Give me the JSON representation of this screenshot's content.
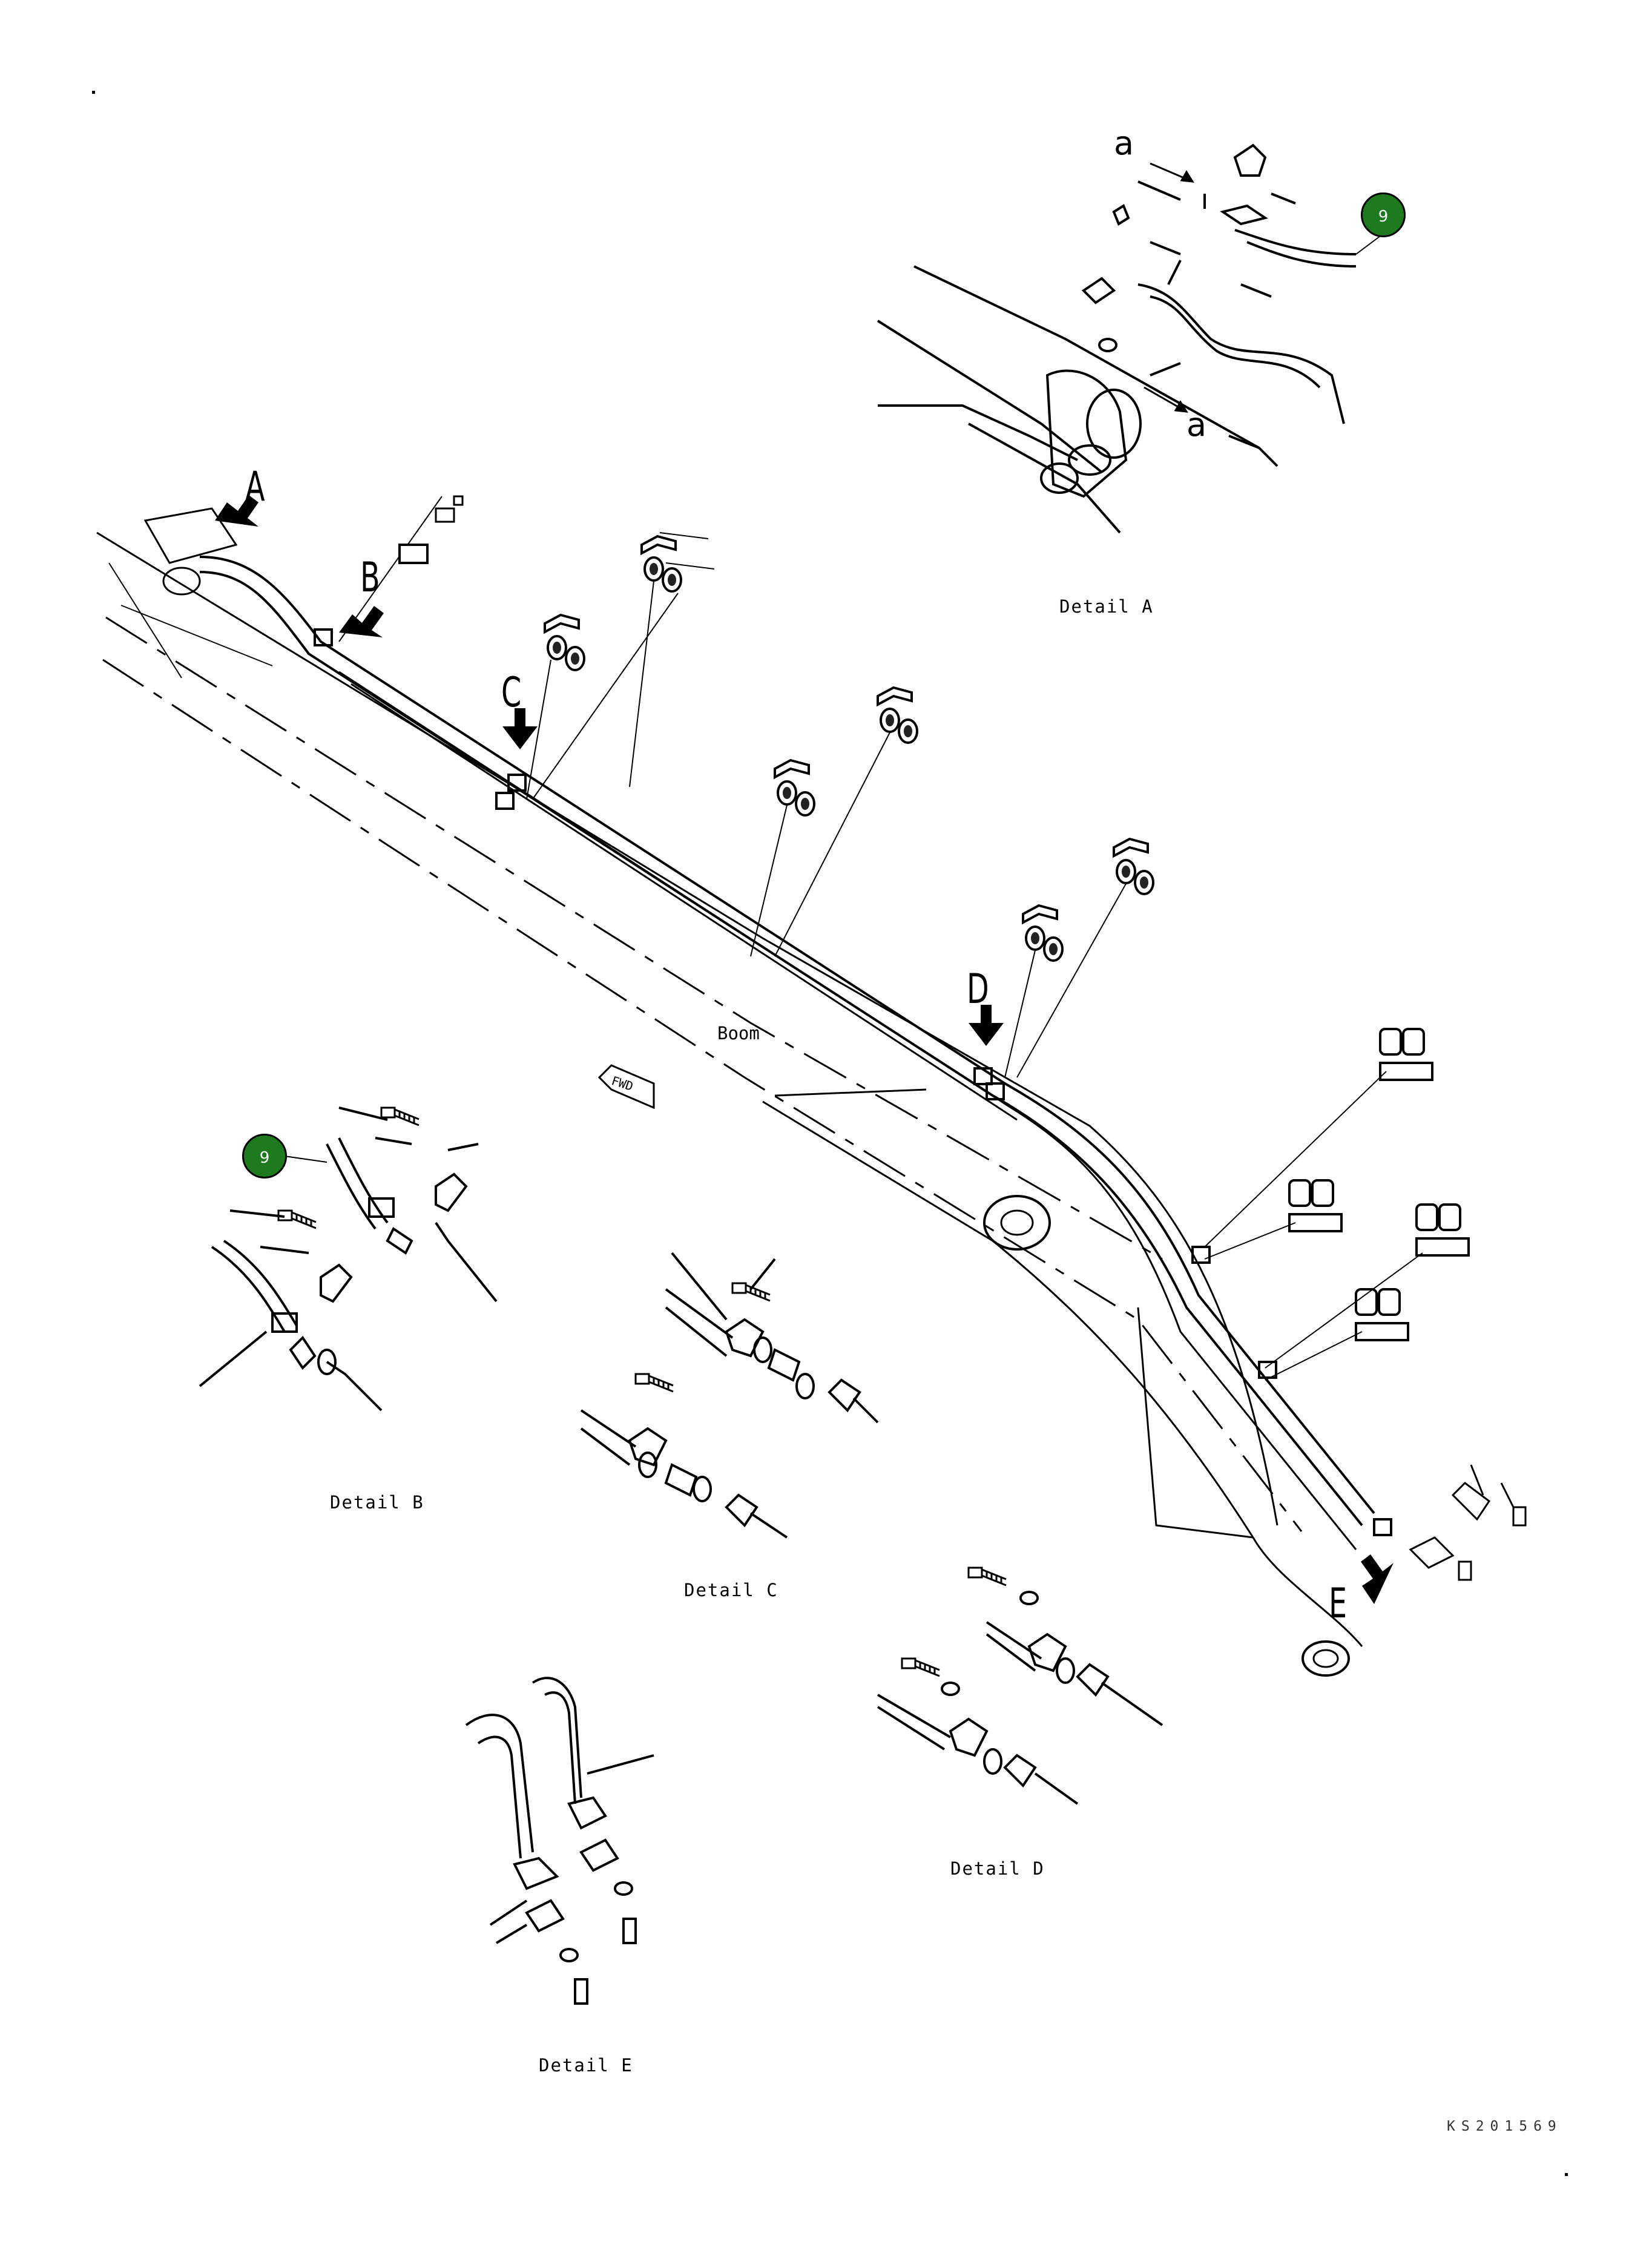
{
  "labels": {
    "detail_a": "Detail A",
    "detail_b": "Detail B",
    "detail_c": "Detail C",
    "detail_d": "Detail D",
    "detail_e": "Detail E",
    "boom": "Boom",
    "fwd": "FWD",
    "drawing_code": "KS201569"
  },
  "arrow_letters": {
    "a": "A",
    "b": "B",
    "c": "C",
    "d": "D",
    "e": "E"
  },
  "section_marks": {
    "top": "a",
    "bottom": "a"
  },
  "callouts": [
    {
      "id": "part-9-detail-a",
      "number": "9"
    },
    {
      "id": "part-9-detail-b",
      "number": "9"
    }
  ],
  "colors": {
    "callout_fill": "#1e7a1e",
    "line": "#000000"
  }
}
